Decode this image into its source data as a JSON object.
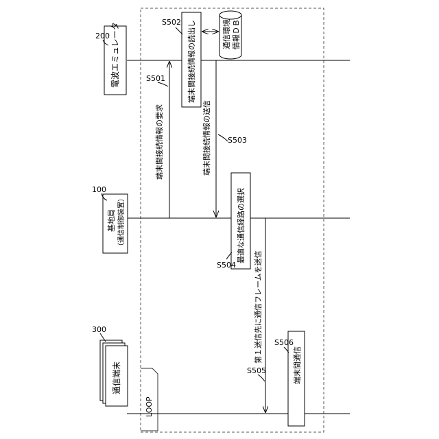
{
  "entities": {
    "emulator": {
      "label": "電波エミュレータ",
      "ref": "200"
    },
    "base_station": {
      "label_line1": "基地局",
      "label_line2": "（通信制御装置）",
      "ref": "100"
    },
    "terminal": {
      "label": "通信端末",
      "ref": "300"
    }
  },
  "database": {
    "label_line1": "通信環境",
    "label_line2": "情報ＤＢ"
  },
  "loop_label": "LOOP",
  "steps": {
    "s501": {
      "id": "S501",
      "text": "端末間接続情報の要求"
    },
    "s502": {
      "id": "S502",
      "text": "端末間接続情報の読出し"
    },
    "s503": {
      "id": "S503",
      "text": "端末間接続情報の送信"
    },
    "s504": {
      "id": "S504",
      "text": "最適な通信経路の選択"
    },
    "s505": {
      "id": "S505",
      "text": "第１送信先に通信フレームを送信"
    },
    "s506": {
      "id": "S506",
      "text": "端末間通信"
    }
  }
}
